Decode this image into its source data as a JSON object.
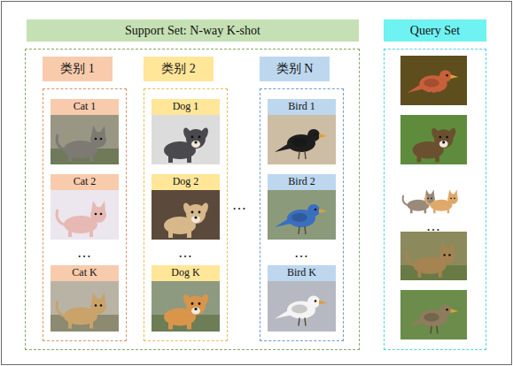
{
  "diagram": {
    "nodes": [
      {
        "text": [
          "Support Set: N-way K-shot"
        ]
      },
      {
        "text": [
          "类别 1"
        ],
        "in": 0
      },
      {
        "text": [
          "Cat 1"
        ],
        "in": 1
      },
      {
        "text": [
          "Cat 2"
        ],
        "in": 1
      },
      {
        "text": [
          "Cat K"
        ],
        "in": 1
      },
      {
        "text": [
          "类别 2"
        ],
        "in": 0
      },
      {
        "text": [
          "Dog 1"
        ],
        "in": 5
      },
      {
        "text": [
          "Dog 2"
        ],
        "in": 5
      },
      {
        "text": [
          "Dog K"
        ],
        "in": 5
      },
      {
        "text": [
          "类别 N"
        ],
        "in": 0
      },
      {
        "text": [
          "Bird 1"
        ],
        "in": 9
      },
      {
        "text": [
          "Bird 2"
        ],
        "in": 9
      },
      {
        "text": [
          "Bird K"
        ],
        "in": 9
      },
      {
        "text": [
          "Query Set"
        ]
      }
    ],
    "labels": [
      "…",
      "…",
      "…",
      "…",
      "…"
    ]
  }
}
